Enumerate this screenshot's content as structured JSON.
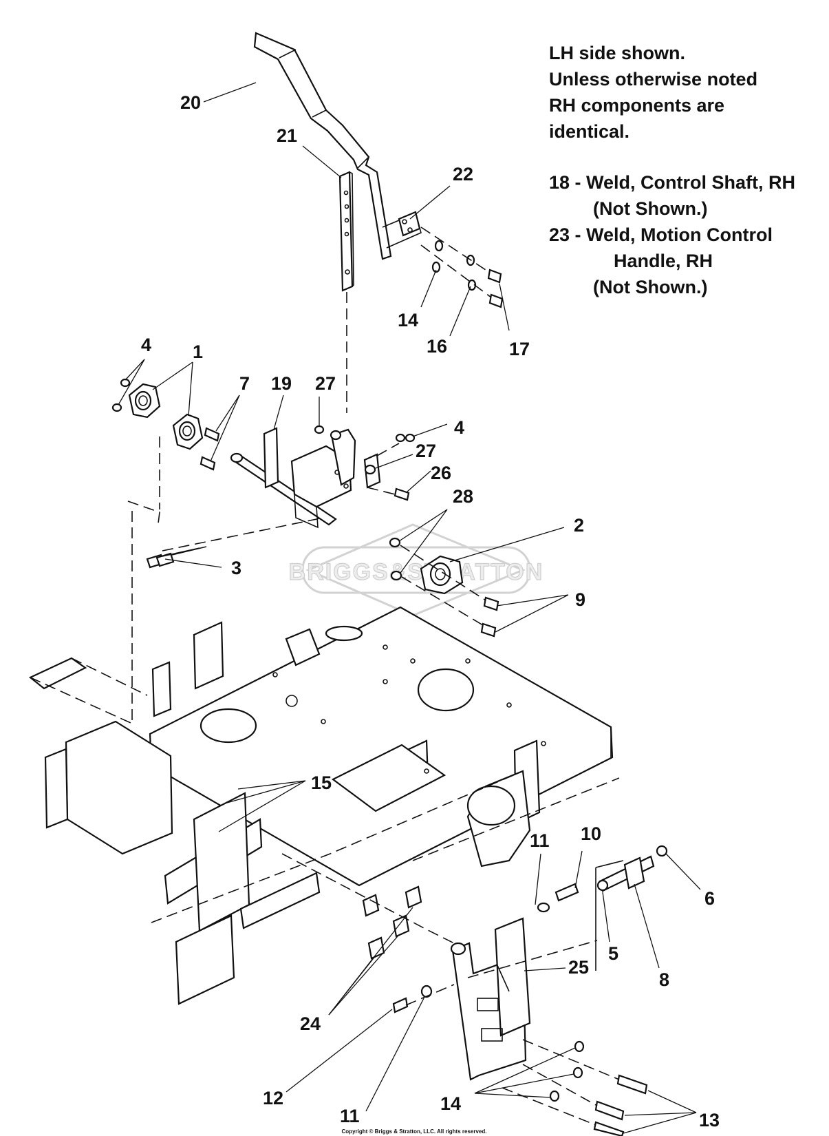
{
  "notes": {
    "lines": [
      "LH side shown.",
      "Unless otherwise noted",
      "RH components are",
      "identical.",
      "18 - Weld, Control Shaft, RH",
      "(Not Shown.)",
      "23 - Weld, Motion Control",
      "Handle, RH",
      "(Not Shown.)"
    ]
  },
  "watermark": {
    "logo_text": "BRIGGS&STRATTON"
  },
  "callouts": [
    "20",
    "21",
    "22",
    "14",
    "16",
    "17",
    "4",
    "1",
    "7",
    "19",
    "27",
    "4",
    "27",
    "26",
    "28",
    "2",
    "3",
    "9",
    "15",
    "11",
    "10",
    "6",
    "5",
    "8",
    "25",
    "24",
    "12",
    "11",
    "14",
    "13"
  ],
  "copyright": "Copyright © Briggs & Stratton, LLC. All rights reserved."
}
